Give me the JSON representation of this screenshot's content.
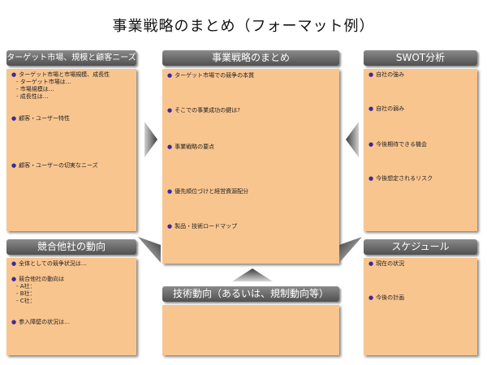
{
  "title": "事業戦略のまとめ（フォーマット例）",
  "panels": {
    "target": {
      "header": "ターゲット市場、規模と顧客ニーズ",
      "items": [
        "ターゲット市場と市場規模、成長性",
        "顧客・ユーザー特性",
        "顧客・ユーザーの切実なニーズ"
      ],
      "subitems": [
        "- ターゲット市場は…",
        "- 市場規模は…",
        "- 成長性は…"
      ]
    },
    "summary": {
      "header": "事業戦略のまとめ",
      "items": [
        "ターゲット市場での競争の本質",
        "そこでの事業成功の鍵は?",
        "事業戦略の要点",
        "優先順位づけと経営資源配分",
        "製品・技術ロードマップ"
      ]
    },
    "swot": {
      "header": "SWOT分析",
      "items": [
        "自社の強み",
        "自社の弱み",
        "今後期待できる機会",
        "今後想定されるリスク"
      ]
    },
    "competitors": {
      "header": "競合他社の動向",
      "items": [
        "全体としての競争状況は…",
        "競合他社の動向は",
        "参入障壁の状況は…"
      ],
      "subitems": [
        "- A社：",
        "- B社：",
        "- C社："
      ]
    },
    "schedule": {
      "header": "スケジュール",
      "items": [
        "現在の状況",
        "今後の計画"
      ]
    },
    "tech": {
      "header": "技術動向（あるいは、規制動向等）"
    }
  },
  "colors": {
    "box_fill": "#f9c58f",
    "header_fill": "#6b6b6b",
    "bullet": "#3a2a9a"
  }
}
